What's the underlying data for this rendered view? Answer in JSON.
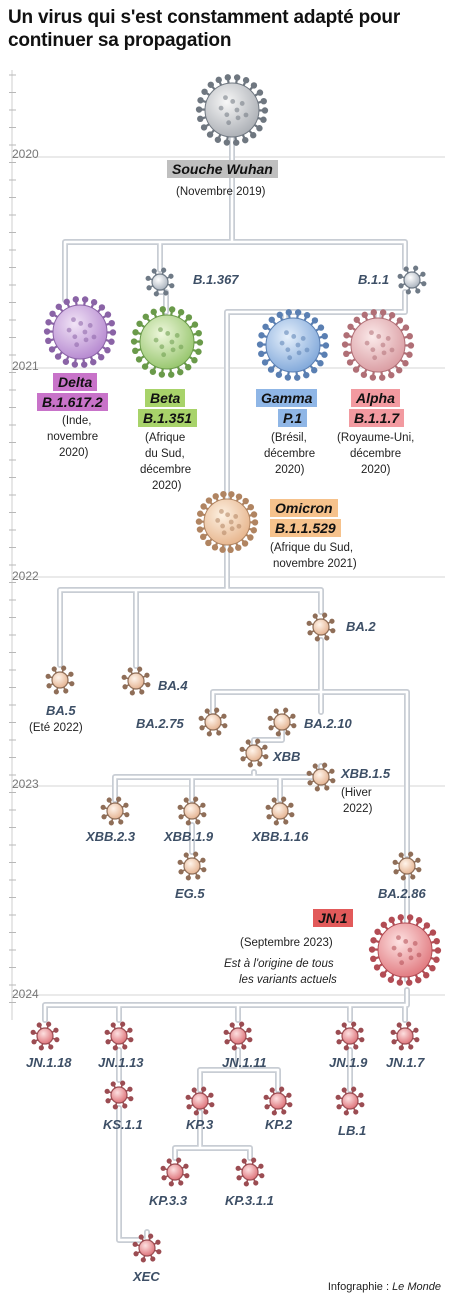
{
  "title": "Un virus qui s'est constamment adapté pour continuer sa propagation",
  "years": [
    "2020",
    "2021",
    "2022",
    "2023",
    "2024"
  ],
  "origin": {
    "name": "Souche Wuhan",
    "caption": "(Novembre 2019)",
    "color": "#bfbfbf"
  },
  "major_variants": [
    {
      "greek": "Delta",
      "code": "B.1.617.2",
      "color": "#c873c9",
      "caption": [
        "(Inde,",
        "novembre",
        "2020)"
      ]
    },
    {
      "greek": "Beta",
      "code": "B.1.351",
      "color": "#a8d36a",
      "caption": [
        "(Afrique",
        "du Sud,",
        "décembre",
        "2020)"
      ]
    },
    {
      "greek": "Gamma",
      "code": "P.1",
      "color": "#8fb6e6",
      "caption": [
        "(Brésil,",
        "décembre",
        "2020)"
      ]
    },
    {
      "greek": "Alpha",
      "code": "B.1.1.7",
      "color": "#f29aa0",
      "caption": [
        "(Royaume-Uni,",
        "décembre",
        "2020)"
      ]
    },
    {
      "greek": "Omicron",
      "code": "B.1.1.529",
      "color": "#f6c28c",
      "caption": [
        "(Afrique du Sud,",
        "novembre 2021)"
      ]
    }
  ],
  "jn1": {
    "name": "JN.1",
    "color": "#e25a5a",
    "caption": "(Septembre 2023)",
    "note": [
      "Est à l'origine de tous",
      "les variants actuels"
    ]
  },
  "lineages": {
    "b1367": "B.1.367",
    "b11": "B.1.1",
    "ba2": "BA.2",
    "ba5": "BA.5",
    "ba5_caption": "(Eté 2022)",
    "ba4": "BA.4",
    "ba275": "BA.2.75",
    "ba210": "BA.2.10",
    "xbb": "XBB",
    "xbb15": "XBB.1.5",
    "xbb15_caption": [
      "(Hiver",
      "2022)"
    ],
    "xbb23": "XBB.2.3",
    "xbb19": "XBB.1.9",
    "xbb116": "XBB.1.16",
    "eg5": "EG.5",
    "ba286": "BA.2.86",
    "jn118": "JN.1.18",
    "jn113": "JN.1.13",
    "jn111": "JN.1.11",
    "jn19": "JN.1.9",
    "jn17": "JN.1.7",
    "ks11": "KS.1.1",
    "kp3": "KP.3",
    "kp2": "KP.2",
    "lb1": "LB.1",
    "kp33": "KP.3.3",
    "kp311": "KP.3.1.1",
    "xec": "XEC"
  },
  "credit": {
    "prefix": "Infographie : ",
    "source": "Le Monde"
  }
}
